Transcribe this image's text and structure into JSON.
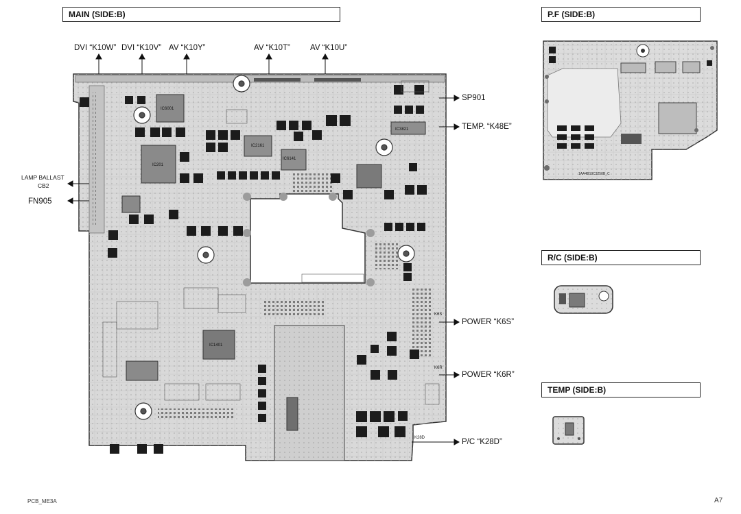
{
  "sections": {
    "main": "MAIN (SIDE:B)",
    "pf": "P.F  (SIDE:B)",
    "rc": "R/C (SIDE:B)",
    "temp": "TEMP (SIDE:B)"
  },
  "top_labels": {
    "dvi1": "DVI “K10W”",
    "dvi2": "DVI “K10V”",
    "av1": "AV “K10Y”",
    "av2": "AV “K10T”",
    "av3": "AV “K10U”"
  },
  "left_labels": {
    "ballast_1": "LAMP BALLAST",
    "ballast_2": "CB2",
    "fn": "FN905"
  },
  "right_labels": {
    "sp": "SP901",
    "temp": "TEMP. “K48E”",
    "power1": "POWER “K6S”",
    "power2": "POWER “K6R”",
    "pc": "P/C “K28D”"
  },
  "pcb_text": {
    "ic6001": "IC6001",
    "ic201": "IC201",
    "ic2161": "IC2161",
    "ic6141": "IC6141",
    "ic3821": "IC3821",
    "ic1401": "IC1401",
    "k6s": "K6S",
    "k6r": "K6R",
    "k28d": "K28D",
    "pf_code": "1AA4B10C3250B_C"
  },
  "footer": {
    "left": "PCB_ME3A",
    "right": "A7"
  }
}
